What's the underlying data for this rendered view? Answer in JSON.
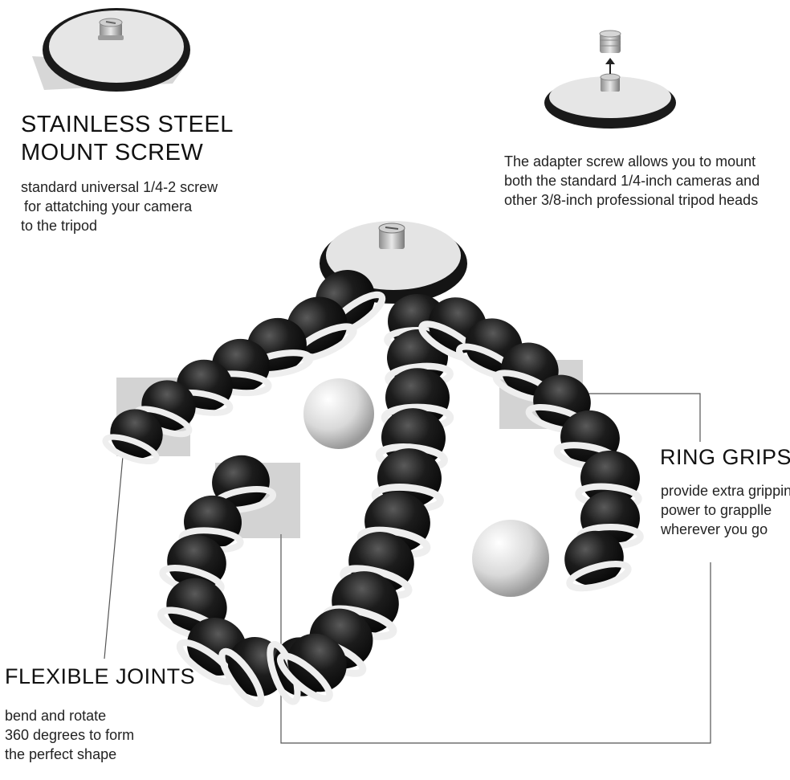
{
  "screw": {
    "heading": [
      "STAINLESS STEEL",
      "MOUNT SCREW"
    ],
    "body": [
      "standard universal 1/4-2 screw",
      "for attatching your camera",
      "to the tripod"
    ]
  },
  "adapter": {
    "body": [
      "The adapter screw allows you to mount",
      "both the standard 1/4-inch cameras and",
      "other 3/8-inch professional tripod heads"
    ]
  },
  "rings": {
    "heading": "RING GRIPS",
    "body": [
      "provide extra gripping",
      "power to grapplle",
      "wherever you go"
    ]
  },
  "joints": {
    "heading": "FLEXIBLE JOINTS",
    "body": [
      "bend and rotate",
      "360 degrees to form",
      "the perfect shape"
    ]
  },
  "colors": {
    "joint_black": "#141414",
    "ring_white": "#eeeeee",
    "plate_grey": "#e4e4e4",
    "callout_line": "#555555"
  }
}
